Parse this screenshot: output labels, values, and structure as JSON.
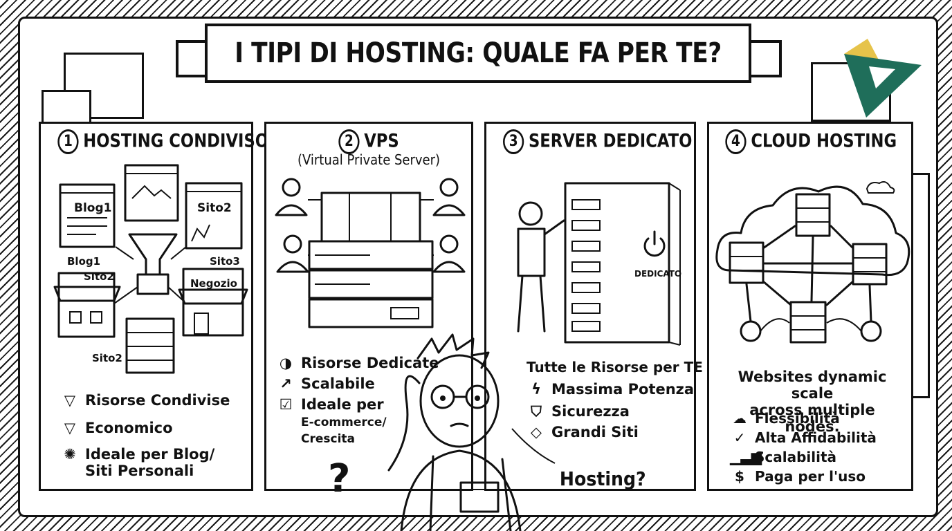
{
  "title": "I TIPI DI HOSTING: QUALE FA PER TE?",
  "logo": {
    "colors": [
      "#e6c34a",
      "#1f6e5a"
    ]
  },
  "panels": [
    {
      "number": "1",
      "title": "HOSTING CONDIVISO",
      "labels": {
        "blog_card": "Blog1",
        "sito_card": "Sito2",
        "blog": "Blog1",
        "sito3": "Sito3",
        "sito2_shop": "Sito2",
        "negozio": "Negozio",
        "sito2_bottom": "Sito2"
      },
      "features": [
        {
          "icon": "funnel-icon",
          "text": "Risorse Condivise"
        },
        {
          "icon": "funnel-icon",
          "text": "Economico"
        },
        {
          "icon": "lightbulb-icon",
          "text": "Ideale per Blog/",
          "text2": "Siti Personali"
        }
      ]
    },
    {
      "number": "2",
      "title": "VPS",
      "subtitle": "(Virtual Private Server)",
      "features": [
        {
          "icon": "pie-icon",
          "text": "Risorse Dedicate"
        },
        {
          "icon": "chart-icon",
          "text": "Scalabile"
        },
        {
          "icon": "checkbox-icon",
          "text": "Ideale per",
          "text2": "E-commerce/",
          "text3": "Crescita"
        }
      ]
    },
    {
      "number": "3",
      "title": "SERVER DEDICATO",
      "server_label": "DEDICATO",
      "intro": "Tutte le Risorse per TE",
      "features": [
        {
          "icon": "bolt-icon",
          "text": "Massima Potenza"
        },
        {
          "icon": "shield-icon",
          "text": "Sicurezza"
        },
        {
          "icon": "diamond-icon",
          "text": "Grandi Siti"
        }
      ]
    },
    {
      "number": "4",
      "title": "CLOUD HOSTING",
      "intro": "Websites dynamic scale",
      "intro2": "across multiple nodes.",
      "features": [
        {
          "icon": "cloud-icon",
          "text": "Flessibilità"
        },
        {
          "icon": "check-icon",
          "text": "Alta Affidabilità"
        },
        {
          "icon": "bars-icon",
          "text": "Scalabilità"
        },
        {
          "icon": "dollar-icon",
          "text": "Paga per l'uso"
        }
      ]
    }
  ],
  "character": {
    "question": "Hosting?",
    "mark": "?"
  }
}
